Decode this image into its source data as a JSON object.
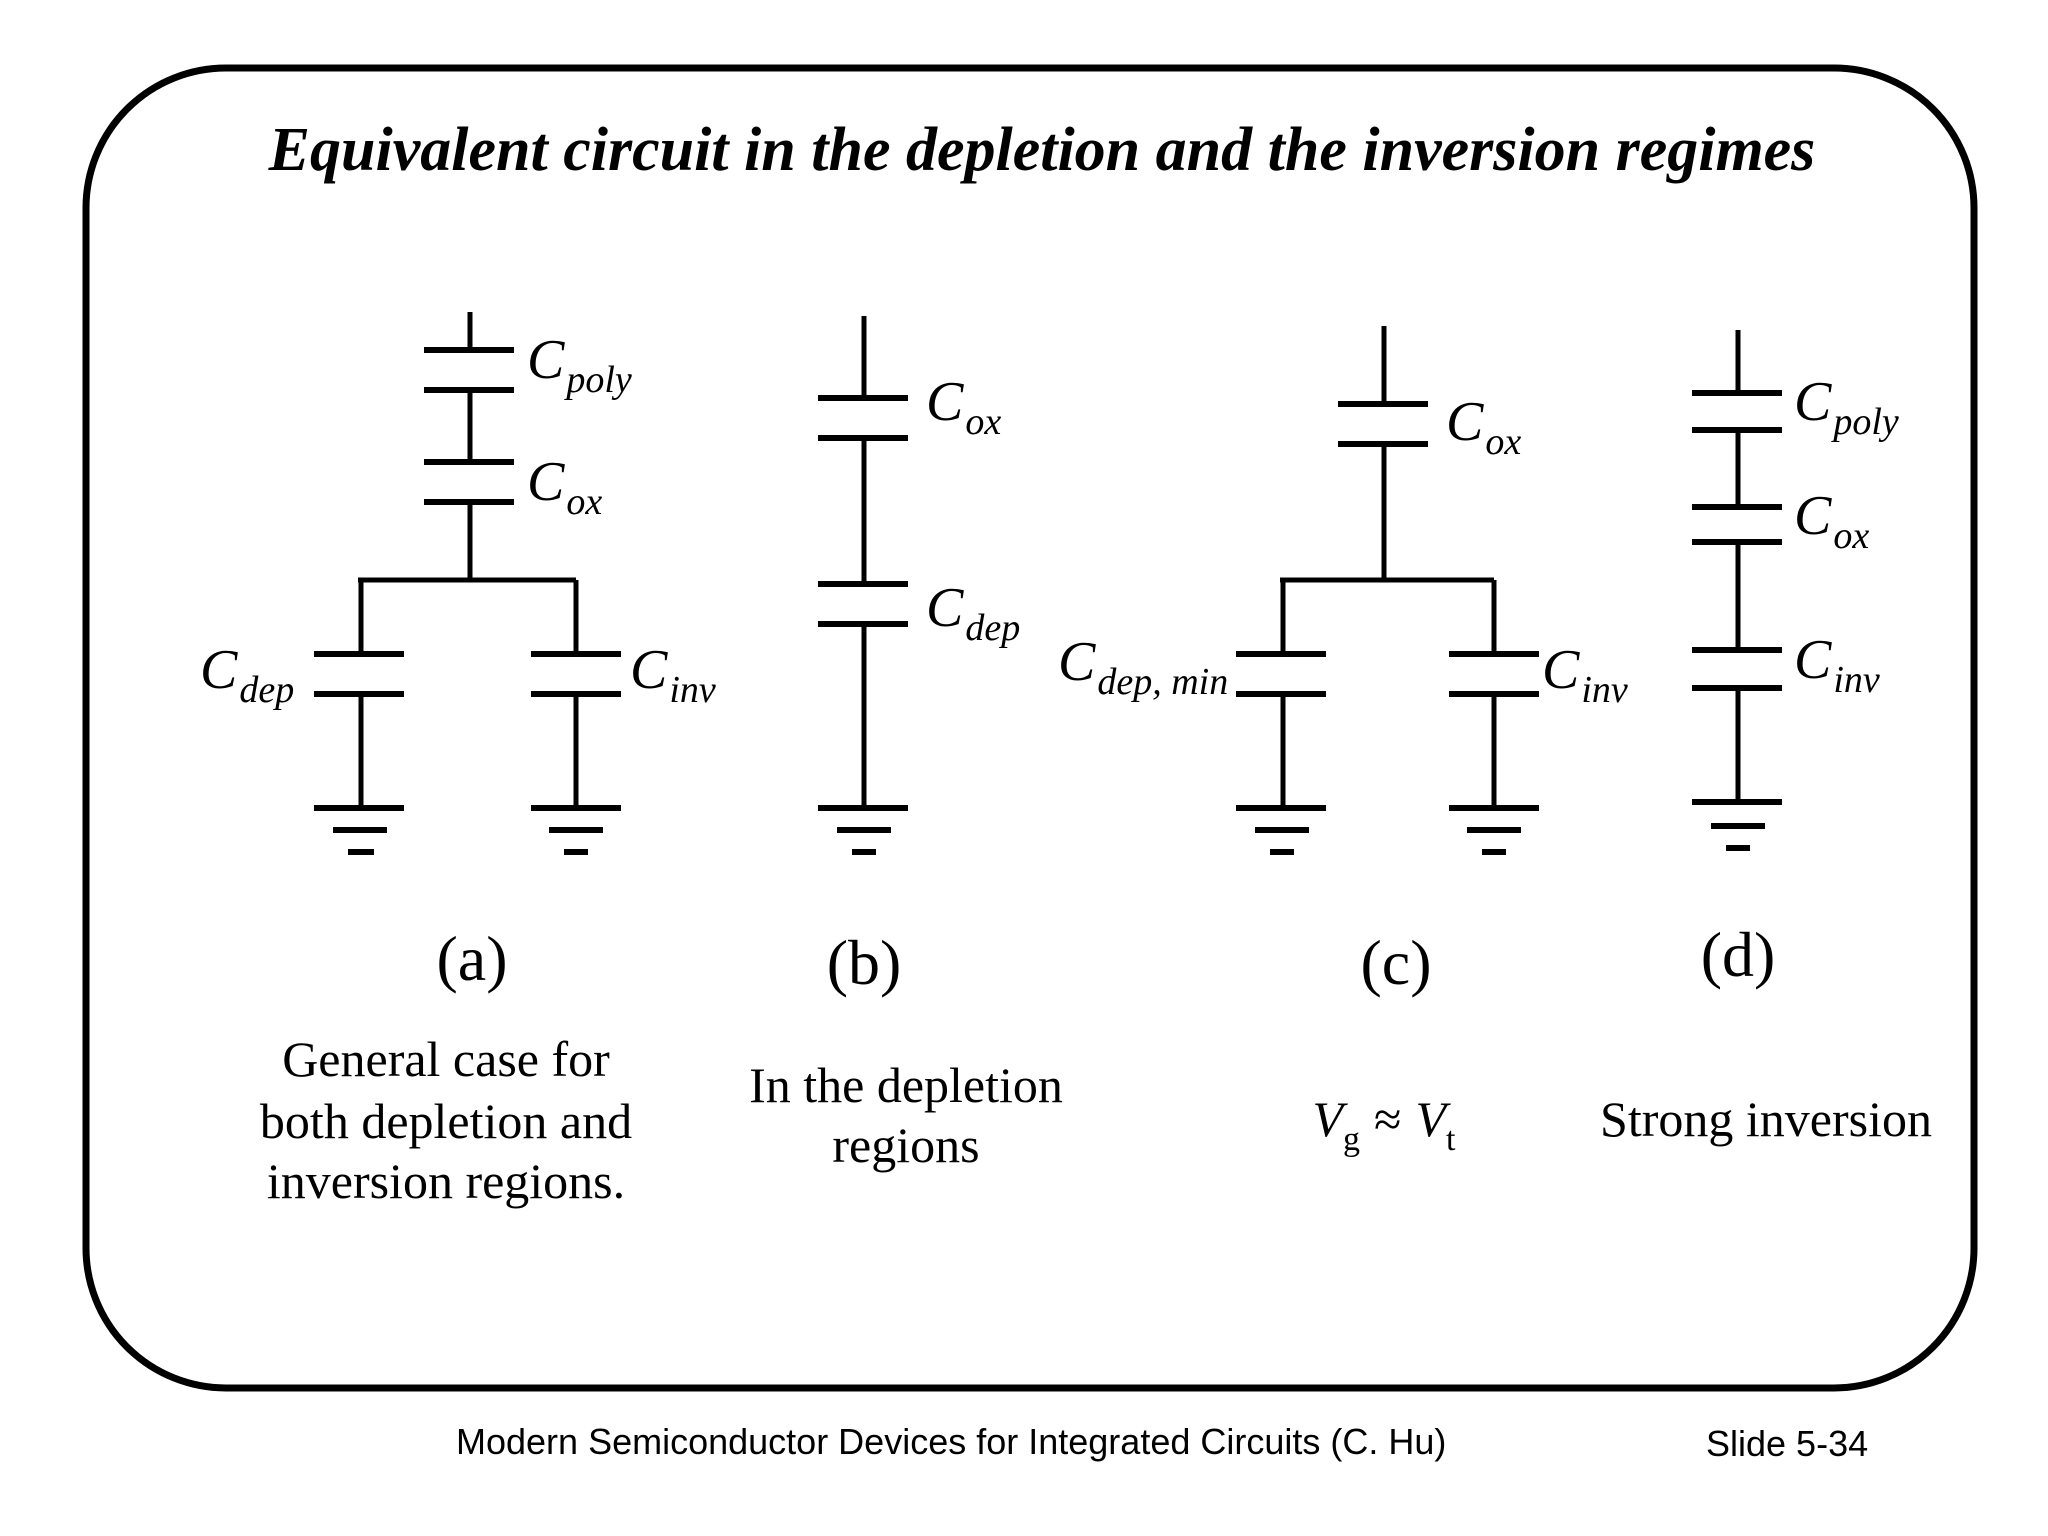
{
  "title": "Equivalent circuit in the depletion and the inversion regimes",
  "labels": {
    "C": "C",
    "poly": "poly",
    "ox": "ox",
    "dep": "dep",
    "inv": "inv",
    "dep_min": "dep, min"
  },
  "panels": [
    {
      "id": "a",
      "label": "(a)",
      "caption": [
        "General case for",
        "both depletion and",
        "inversion regions."
      ]
    },
    {
      "id": "b",
      "label": "(b)",
      "caption": [
        "In the depletion",
        "regions"
      ]
    },
    {
      "id": "c",
      "label": "(c)",
      "caption_formula": {
        "V": "V",
        "g": "g",
        "approx": "≈",
        "t": "t"
      }
    },
    {
      "id": "d",
      "label": "(d)",
      "caption": [
        "Strong inversion"
      ]
    }
  ],
  "footer": {
    "book": "Modern Semiconductor Devices for Integrated Circuits  (C. Hu)",
    "slide": "Slide 5-34"
  }
}
